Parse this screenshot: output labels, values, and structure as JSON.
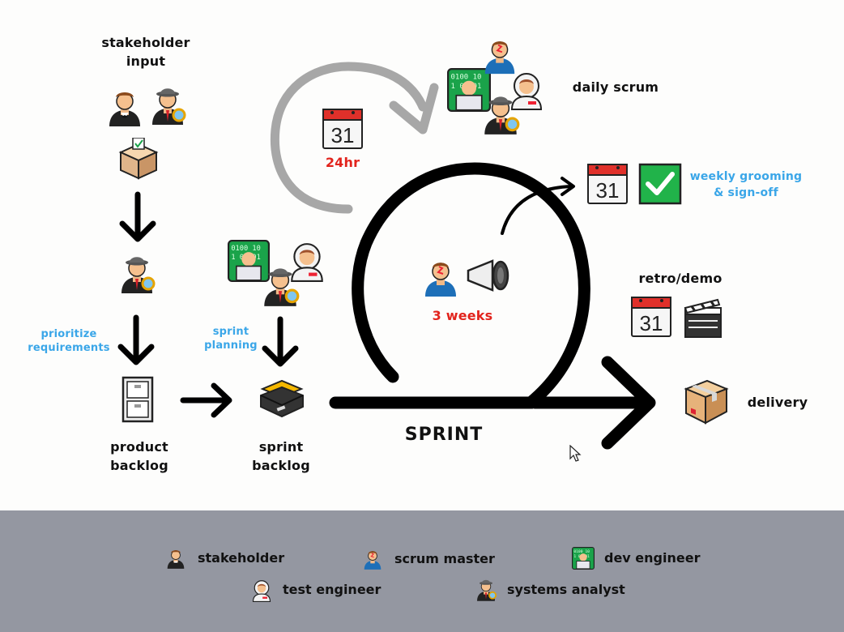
{
  "diagram": {
    "stakeholder_input": "stakeholder\ninput",
    "prioritize": "prioritize\nrequirements",
    "product_backlog": "product\nbacklog",
    "sprint_planning": "sprint\nplanning",
    "sprint_backlog": "sprint\nbacklog",
    "sprint": "SPRINT",
    "sprint_duration": "3 weeks",
    "daily_cycle": "24hr",
    "daily_scrum": "daily scrum",
    "weekly_grooming": "weekly grooming\n& sign-off",
    "retro_demo": "retro/demo",
    "delivery": "delivery",
    "calendar_day": "31"
  },
  "legend": {
    "items": [
      {
        "label": "stakeholder",
        "icon": "stakeholder-icon"
      },
      {
        "label": "scrum master",
        "icon": "scrum-master-icon"
      },
      {
        "label": "dev engineer",
        "icon": "dev-engineer-icon"
      },
      {
        "label": "test engineer",
        "icon": "test-engineer-icon"
      },
      {
        "label": "systems analyst",
        "icon": "systems-analyst-icon"
      }
    ]
  },
  "colors": {
    "accent_blue": "#3aa6e8",
    "accent_red": "#e2241d",
    "arrow_black": "#000000",
    "arrow_gray": "#a7a7a7",
    "legend_bg": "#9497a1"
  }
}
